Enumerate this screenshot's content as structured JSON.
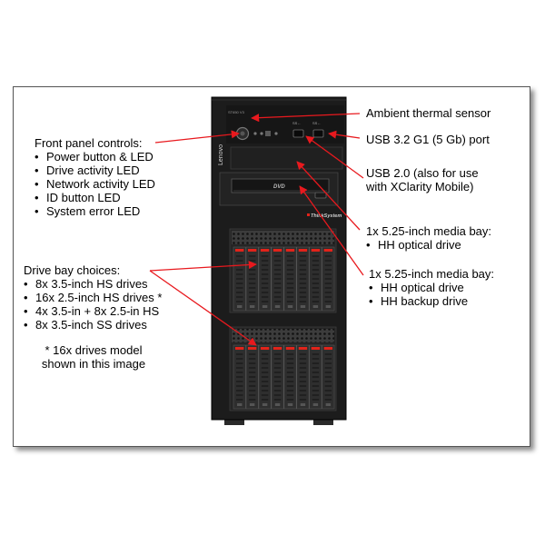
{
  "server": {
    "brand": "Lenovo",
    "logo": "ThinkSystem",
    "model_plate": "ST650 V3",
    "odd_logo": "DVD",
    "front_port_label": "SS←",
    "rear_port_label": "SS←"
  },
  "callouts": {
    "thermal_sensor": "Ambient thermal sensor",
    "usb32_port": "USB 3.2 G1 (5 Gb) port",
    "usb20": {
      "line1": "USB 2.0 (also for use",
      "line2": "with XClarity Mobile)"
    },
    "media_bay_1": {
      "title": "1x 5.25-inch media bay:",
      "items": [
        "HH optical drive"
      ]
    },
    "media_bay_2": {
      "title": "1x 5.25-inch media bay:",
      "items": [
        "HH optical drive",
        "HH backup drive"
      ]
    },
    "front_panel": {
      "title": "Front panel controls:",
      "items": [
        "Power button & LED",
        "Drive activity LED",
        "Network activity LED",
        "ID button LED",
        "System error LED"
      ]
    },
    "drive_bays": {
      "title": "Drive bay choices:",
      "items": [
        "8x 3.5-inch HS drives",
        "16x 2.5-inch HS drives *",
        "4x 3.5-in + 8x 2.5-in HS",
        "8x 3.5-inch SS drives"
      ]
    },
    "footnote": {
      "line1": "* 16x drives model",
      "line2": "shown in this image"
    }
  },
  "colors": {
    "arrow": "#e8191e",
    "chassis": "#1c1c1c",
    "accent_red": "#e2231a"
  }
}
